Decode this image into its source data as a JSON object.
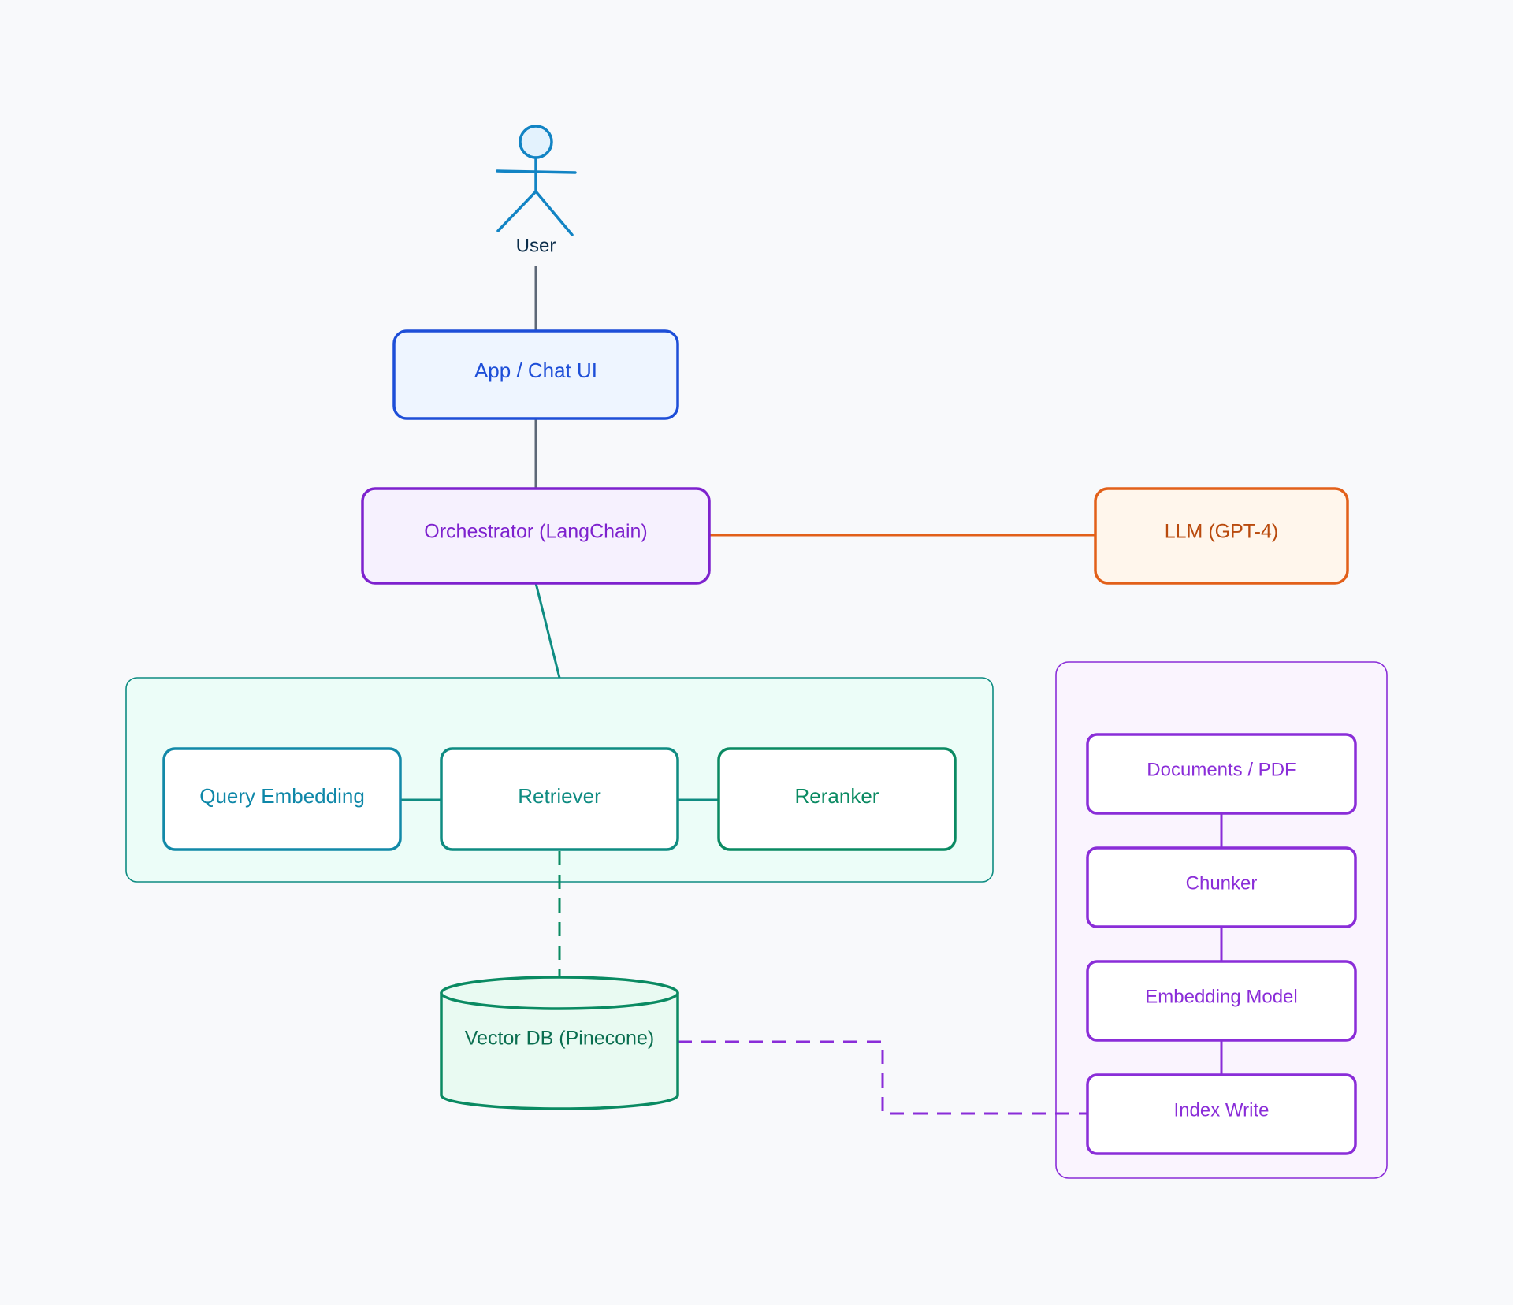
{
  "colors": {
    "background": "#f8f9fb",
    "blue": "#1d4ed8",
    "blue_fill": "#eef5ff",
    "violet": "#7e22ce",
    "violet_fill": "#f6f1fe",
    "orange": "#e2601a",
    "orange_text": "#b94a0d",
    "orange_fill": "#fff6ec",
    "teal": "#0f8c82",
    "teal_fill": "#ecfdf8",
    "cyan_text": "#0e87a8",
    "cyan_stroke": "#1289a8",
    "green": "#0a8a62",
    "green_fill": "#e9faf2",
    "purple": "#8a2dd8",
    "purple_fill": "#faf4fe",
    "gray_edge": "#5d6877",
    "user_stroke": "#1284c4",
    "user_fill": "#e3f2fd",
    "user_text": "#0b2d4a"
  },
  "nodes": {
    "user": {
      "label": "User",
      "icon": "stick-figure-icon"
    },
    "app": {
      "label": "App / Chat UI"
    },
    "orchestrator": {
      "label": "Orchestrator (LangChain)"
    },
    "llm": {
      "label": "LLM (GPT-4)"
    },
    "query_embedding": {
      "label": "Query Embedding"
    },
    "retriever": {
      "label": "Retriever"
    },
    "reranker": {
      "label": "Reranker"
    },
    "vector_db": {
      "label": "Vector DB (Pinecone)",
      "icon": "database-cylinder-icon"
    },
    "documents": {
      "label": "Documents / PDF"
    },
    "chunker": {
      "label": "Chunker"
    },
    "embedding_model": {
      "label": "Embedding Model"
    },
    "index_write": {
      "label": "Index Write"
    }
  },
  "groups": {
    "retrieval_group": {
      "label": ""
    },
    "ingestion_group": {
      "label": ""
    }
  },
  "edges": [
    {
      "from": "user",
      "to": "app",
      "style": "solid"
    },
    {
      "from": "app",
      "to": "orchestrator",
      "style": "solid"
    },
    {
      "from": "orchestrator",
      "to": "llm",
      "style": "solid"
    },
    {
      "from": "orchestrator",
      "to": "retrieval_group",
      "style": "solid"
    },
    {
      "from": "query_embedding",
      "to": "retriever",
      "style": "solid"
    },
    {
      "from": "retriever",
      "to": "reranker",
      "style": "solid"
    },
    {
      "from": "retriever",
      "to": "vector_db",
      "style": "dashed"
    },
    {
      "from": "documents",
      "to": "chunker",
      "style": "solid"
    },
    {
      "from": "chunker",
      "to": "embedding_model",
      "style": "solid"
    },
    {
      "from": "embedding_model",
      "to": "index_write",
      "style": "solid"
    },
    {
      "from": "vector_db",
      "to": "index_write",
      "style": "dashed"
    }
  ]
}
